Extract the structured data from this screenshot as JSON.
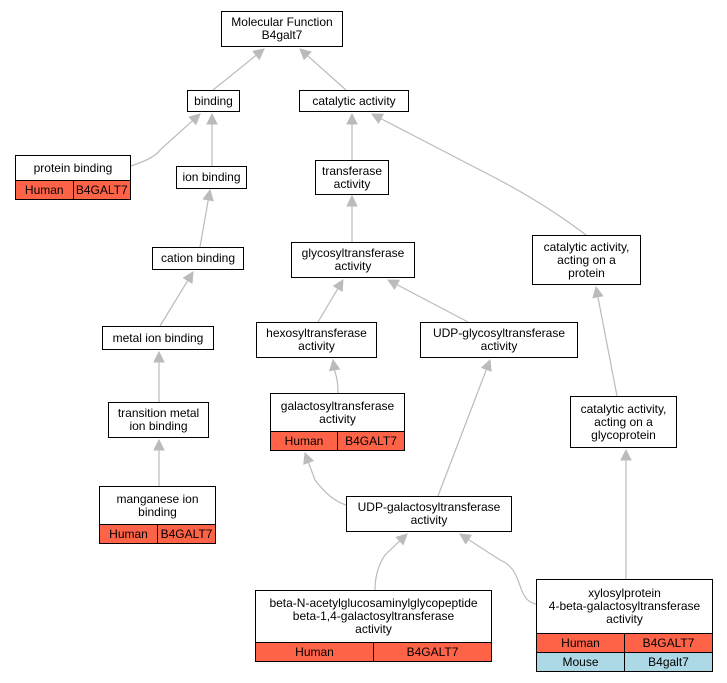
{
  "colors": {
    "human": "#ff6347",
    "mouse": "#add8e6",
    "edge": "#bbbbbb"
  },
  "nodes": [
    {
      "id": "mf",
      "label": "Molecular Function\nB4galt7",
      "annotations": []
    },
    {
      "id": "binding",
      "label": "binding",
      "annotations": []
    },
    {
      "id": "catalytic",
      "label": "catalytic activity",
      "annotations": []
    },
    {
      "id": "protein_binding",
      "label": "protein binding",
      "annotations": [
        {
          "species": "Human",
          "gene": "B4GALT7"
        }
      ]
    },
    {
      "id": "ion_binding",
      "label": "ion binding",
      "annotations": []
    },
    {
      "id": "transferase",
      "label": "transferase\nactivity",
      "annotations": []
    },
    {
      "id": "cation_binding",
      "label": "cation binding",
      "annotations": []
    },
    {
      "id": "glycosyltransferase",
      "label": "glycosyltransferase\nactivity",
      "annotations": []
    },
    {
      "id": "catalytic_protein",
      "label": "catalytic activity,\nacting on a\nprotein",
      "annotations": []
    },
    {
      "id": "metal_ion",
      "label": "metal ion binding",
      "annotations": []
    },
    {
      "id": "hexosyltransferase",
      "label": "hexosyltransferase\nactivity",
      "annotations": []
    },
    {
      "id": "udp_glycosyl",
      "label": "UDP-glycosyltransferase\nactivity",
      "annotations": []
    },
    {
      "id": "transition_metal",
      "label": "transition metal\nion binding",
      "annotations": []
    },
    {
      "id": "galactosyltransferase",
      "label": "galactosyltransferase\nactivity",
      "annotations": [
        {
          "species": "Human",
          "gene": "B4GALT7"
        }
      ]
    },
    {
      "id": "catalytic_glyco",
      "label": "catalytic activity,\nacting on a\nglycoprotein",
      "annotations": []
    },
    {
      "id": "manganese",
      "label": "manganese ion\nbinding",
      "annotations": [
        {
          "species": "Human",
          "gene": "B4GALT7"
        }
      ]
    },
    {
      "id": "udp_galactosyl",
      "label": "UDP-galactosyltransferase\nactivity",
      "annotations": []
    },
    {
      "id": "beta_n",
      "label": "beta-N-acetylglucosaminylglycopeptide\nbeta-1,4-galactosyltransferase\nactivity",
      "annotations": [
        {
          "species": "Human",
          "gene": "B4GALT7"
        }
      ]
    },
    {
      "id": "xylosyl",
      "label": "xylosylprotein\n4-beta-galactosyltransferase\nactivity",
      "annotations": [
        {
          "species": "Human",
          "gene": "B4GALT7"
        },
        {
          "species": "Mouse",
          "gene": "B4galt7"
        }
      ]
    }
  ],
  "edges": [
    {
      "from": "binding",
      "to": "mf"
    },
    {
      "from": "catalytic",
      "to": "mf"
    },
    {
      "from": "protein_binding",
      "to": "binding"
    },
    {
      "from": "ion_binding",
      "to": "binding"
    },
    {
      "from": "transferase",
      "to": "catalytic"
    },
    {
      "from": "catalytic_protein",
      "to": "catalytic"
    },
    {
      "from": "cation_binding",
      "to": "ion_binding"
    },
    {
      "from": "glycosyltransferase",
      "to": "transferase"
    },
    {
      "from": "metal_ion",
      "to": "cation_binding"
    },
    {
      "from": "hexosyltransferase",
      "to": "glycosyltransferase"
    },
    {
      "from": "udp_glycosyl",
      "to": "glycosyltransferase"
    },
    {
      "from": "transition_metal",
      "to": "metal_ion"
    },
    {
      "from": "galactosyltransferase",
      "to": "hexosyltransferase"
    },
    {
      "from": "catalytic_glyco",
      "to": "catalytic_protein"
    },
    {
      "from": "manganese",
      "to": "transition_metal"
    },
    {
      "from": "udp_galactosyl",
      "to": "galactosyltransferase"
    },
    {
      "from": "udp_galactosyl",
      "to": "udp_glycosyl"
    },
    {
      "from": "beta_n",
      "to": "udp_galactosyl"
    },
    {
      "from": "xylosyl",
      "to": "udp_galactosyl"
    },
    {
      "from": "xylosyl",
      "to": "catalytic_glyco"
    }
  ]
}
